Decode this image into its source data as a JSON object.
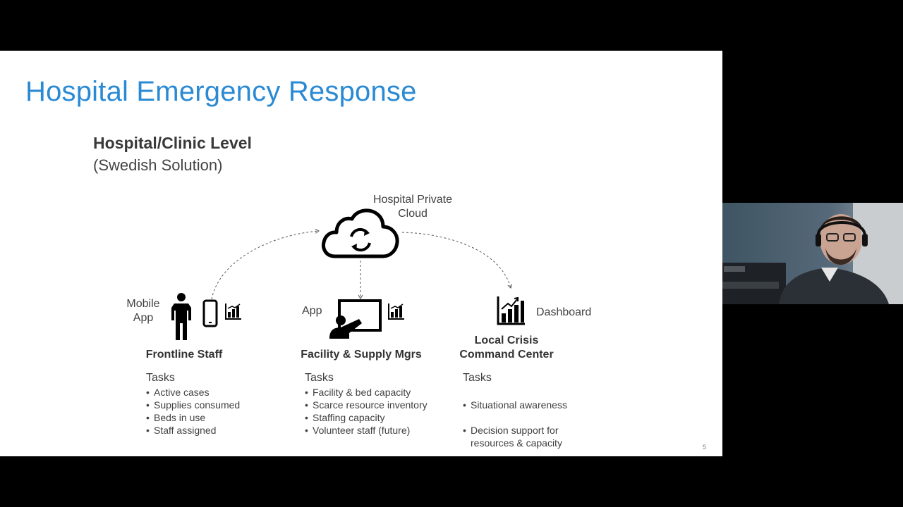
{
  "slide": {
    "title": "Hospital Emergency Response",
    "heading": "Hospital/Clinic Level",
    "subheading": "(Swedish Solution)",
    "page_number": "5",
    "cloud_label": "Hospital Private\nCloud",
    "mobile_app_label": "Mobile\nApp",
    "app_label": "App",
    "dashboard_label": "Dashboard",
    "columns": [
      {
        "role": "Frontline Staff",
        "tasks_heading": "Tasks",
        "tasks": [
          "Active cases",
          "Supplies consumed",
          "Beds in use",
          "Staff assigned"
        ]
      },
      {
        "role": "Facility & Supply Mgrs",
        "tasks_heading": "Tasks",
        "tasks": [
          "Facility & bed capacity",
          "Scarce resource inventory",
          "Staffing capacity",
          "Volunteer staff (future)"
        ]
      },
      {
        "role": "Local Crisis\nCommand Center",
        "tasks_heading": "Tasks",
        "tasks": [
          "Situational awareness",
          "Decision support for\nresources & capacity"
        ]
      }
    ]
  },
  "colors": {
    "title": "#2a8ad4",
    "background": "#000000",
    "slide": "#ffffff"
  }
}
